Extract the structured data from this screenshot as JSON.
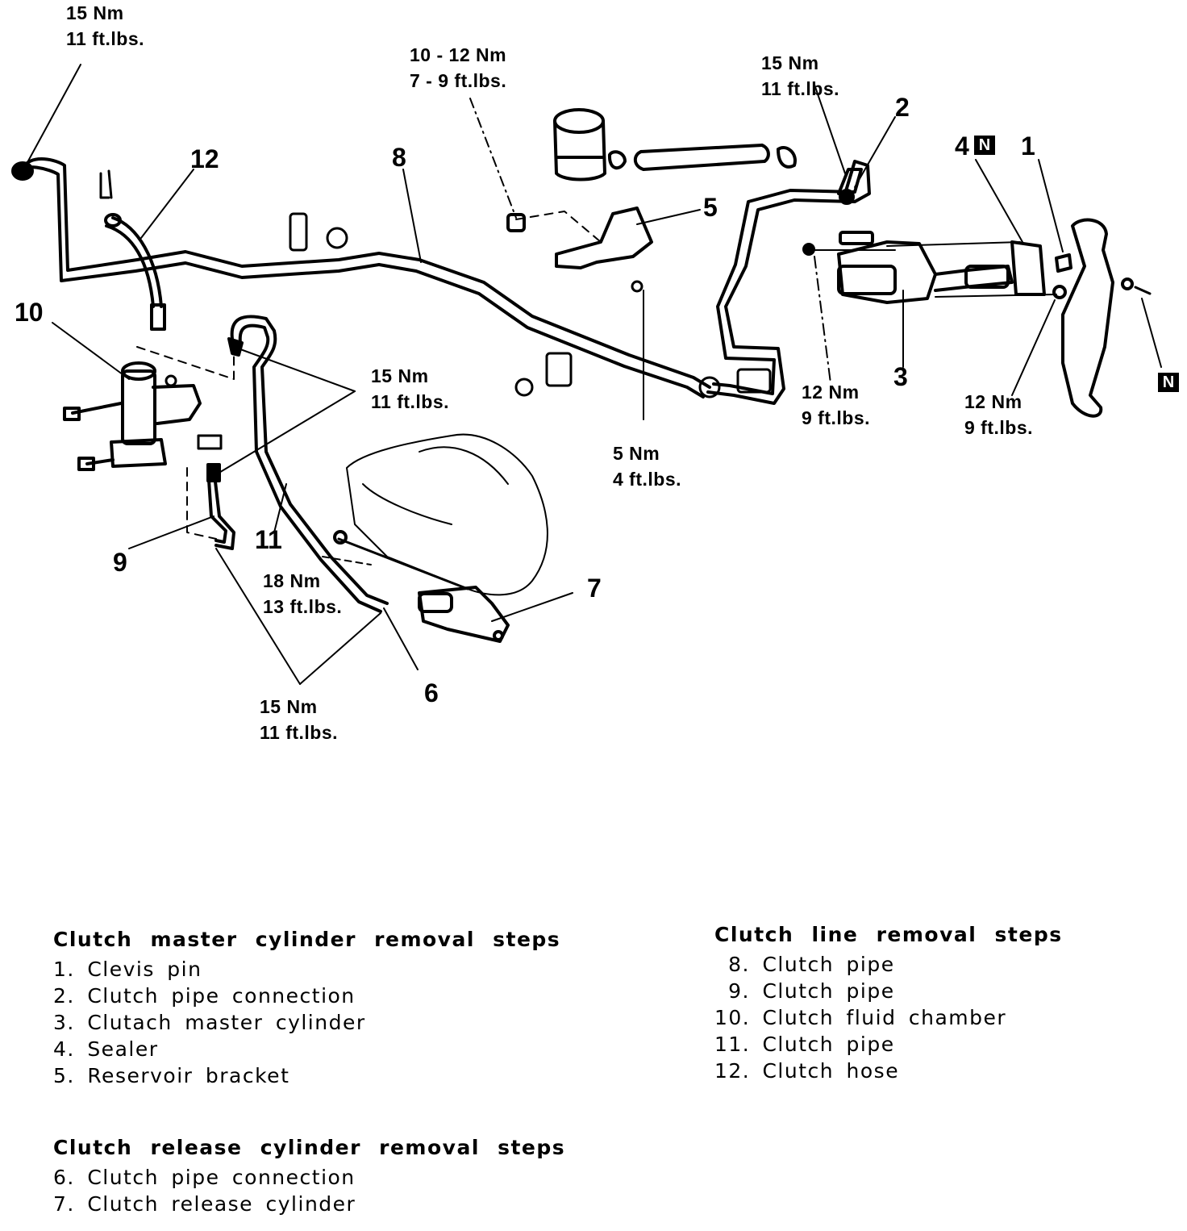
{
  "torque_labels": {
    "t_top_left": {
      "nm": "15 Nm",
      "ftlbs": "11 ft.lbs."
    },
    "t_top_mid": {
      "nm": "10 - 12 Nm",
      "ftlbs": "7 - 9 ft.lbs."
    },
    "t_top_right": {
      "nm": "15 Nm",
      "ftlbs": "11 ft.lbs."
    },
    "t_mid_left": {
      "nm": "15 Nm",
      "ftlbs": "11 ft.lbs."
    },
    "t_5nm": {
      "nm": "5 Nm",
      "ftlbs": "4 ft.lbs."
    },
    "t_12nm_a": {
      "nm": "12 Nm",
      "ftlbs": "9 ft.lbs."
    },
    "t_12nm_b": {
      "nm": "12 Nm",
      "ftlbs": "9 ft.lbs."
    },
    "t_18nm": {
      "nm": "18 Nm",
      "ftlbs": "13 ft.lbs."
    },
    "t_bottom": {
      "nm": "15 Nm",
      "ftlbs": "11 ft.lbs."
    }
  },
  "callouts": {
    "c1": "1",
    "c2": "2",
    "c3": "3",
    "c4": "4",
    "c5": "5",
    "c6": "6",
    "c7": "7",
    "c8": "8",
    "c9": "9",
    "c10": "10",
    "c11": "11",
    "c12": "12"
  },
  "n_marker": "N",
  "master_steps": {
    "title": "Clutch master cylinder removal steps",
    "items": [
      {
        "n": "1.",
        "text": "Clevis pin"
      },
      {
        "n": "2.",
        "text": "Clutch pipe connection"
      },
      {
        "n": "3.",
        "text": "Clutach master cylinder"
      },
      {
        "n": "4.",
        "text": "Sealer"
      },
      {
        "n": "5.",
        "text": "Reservoir bracket"
      }
    ]
  },
  "release_steps": {
    "title": "Clutch release cylinder removal steps",
    "items": [
      {
        "n": "6.",
        "text": "Clutch pipe connection"
      },
      {
        "n": "7.",
        "text": "Clutch release cylinder"
      }
    ]
  },
  "line_steps": {
    "title": "Clutch line removal steps",
    "items": [
      {
        "n": "8.",
        "text": "Clutch pipe"
      },
      {
        "n": "9.",
        "text": "Clutch pipe"
      },
      {
        "n": "10.",
        "text": "Clutch fluid chamber"
      },
      {
        "n": "11.",
        "text": "Clutch pipe"
      },
      {
        "n": "12.",
        "text": "Clutch hose"
      }
    ]
  }
}
